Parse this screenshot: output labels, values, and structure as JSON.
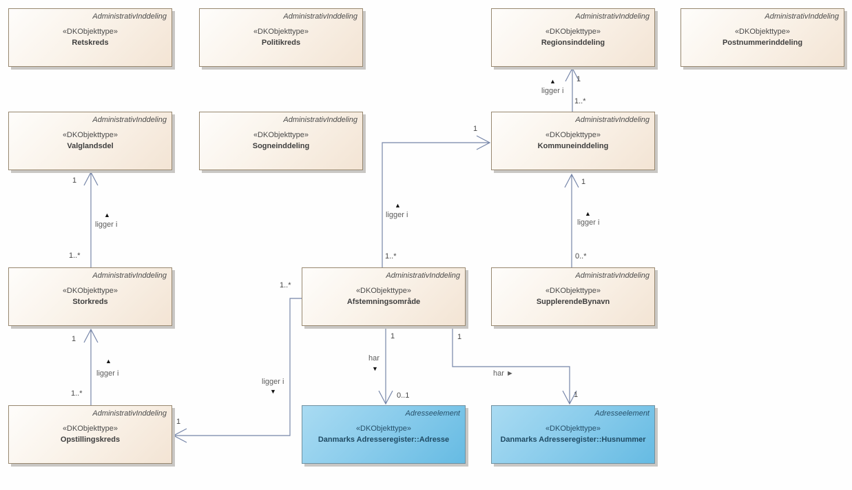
{
  "diagram_title": "AdministrativInddeling UML class diagram",
  "colors": {
    "admin_box_fill_light": "#fefdfb",
    "admin_box_fill_dark": "#f3e4d4",
    "admin_box_border": "#97876f",
    "adresse_box_fill_light": "#a9dbf2",
    "adresse_box_fill_dark": "#66bbe3",
    "adresse_box_border": "#70909f",
    "connector_line": "#7585a8",
    "shadow": "#c9c7c4"
  },
  "nodes": [
    {
      "header": "AdministrativInddeling",
      "stereotype": "«DKObjekttype»",
      "name": "Retskreds"
    },
    {
      "header": "AdministrativInddeling",
      "stereotype": "«DKObjekttype»",
      "name": "Politikreds"
    },
    {
      "header": "AdministrativInddeling",
      "stereotype": "«DKObjekttype»",
      "name": "Regionsinddeling"
    },
    {
      "header": "AdministrativInddeling",
      "stereotype": "«DKObjekttype»",
      "name": "Postnummerinddeling"
    },
    {
      "header": "AdministrativInddeling",
      "stereotype": "«DKObjekttype»",
      "name": "Valglandsdel"
    },
    {
      "header": "AdministrativInddeling",
      "stereotype": "«DKObjekttype»",
      "name": "Sogneinddeling"
    },
    {
      "header": "AdministrativInddeling",
      "stereotype": "«DKObjekttype»",
      "name": "Kommuneinddeling"
    },
    {
      "header": "AdministrativInddeling",
      "stereotype": "«DKObjekttype»",
      "name": "Storkreds"
    },
    {
      "header": "AdministrativInddeling",
      "stereotype": "«DKObjekttype»",
      "name": "Afstemningsområde"
    },
    {
      "header": "AdministrativInddeling",
      "stereotype": "«DKObjekttype»",
      "name": "SupplerendeBynavn"
    },
    {
      "header": "AdministrativInddeling",
      "stereotype": "«DKObjekttype»",
      "name": "Opstillingskreds"
    },
    {
      "header": "Adresseelement",
      "stereotype": "«DKObjekttype»",
      "name": "Danmarks Adresseregister::Adresse"
    },
    {
      "header": "Adresseelement",
      "stereotype": "«DKObjekttype»",
      "name": "Danmarks Adresseregister::Husnummer"
    }
  ],
  "edges": {
    "storkreds_valglandsdel": {
      "relation": "ligger i",
      "direction": "▲",
      "source_mult": "1..*",
      "target_mult": "1"
    },
    "opstillingskreds_storkreds": {
      "relation": "ligger i",
      "direction": "▲",
      "source_mult": "1..*",
      "target_mult": "1"
    },
    "kommuneinddeling_regionsinddeling": {
      "relation": "ligger i",
      "direction": "▲",
      "source_mult": "1..*",
      "target_mult": "1"
    },
    "supplerendebynavn_kommuneinddeling": {
      "relation": "ligger i",
      "direction": "▲",
      "source_mult": "0..*",
      "target_mult": "1"
    },
    "afstemningsomraade_kommuneinddeling": {
      "relation": "ligger i",
      "direction": "▲",
      "source_mult": "1..*",
      "target_mult": "1"
    },
    "afstemningsomraade_opstillingskreds": {
      "relation": "ligger i",
      "direction": "▼",
      "source_mult": "1..*",
      "target_mult": "1"
    },
    "afstemningsomraade_adresse": {
      "relation": "har",
      "direction": "▼",
      "source_mult": "1",
      "target_mult": "0..1"
    },
    "afstemningsomraade_husnummer": {
      "relation": "har ►",
      "source_mult": "1",
      "target_mult": "1"
    }
  }
}
